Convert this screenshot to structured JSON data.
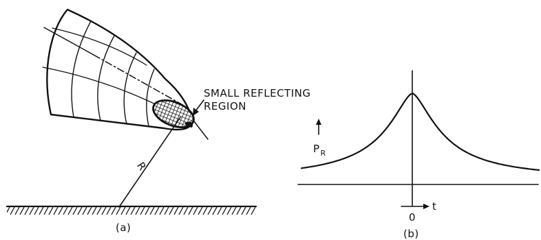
{
  "panel_a": {
    "caption": "(a)",
    "region_label_line1": "SMALL REFLECTING",
    "region_label_line2": "REGION",
    "distance_label": "R"
  },
  "panel_b": {
    "caption": "(b)",
    "y_axis_label": "P",
    "y_axis_subscript": "R",
    "x_origin_label": "0",
    "x_axis_label": "t"
  },
  "colors": {
    "ink": "#111111",
    "background": "#ffffff"
  }
}
